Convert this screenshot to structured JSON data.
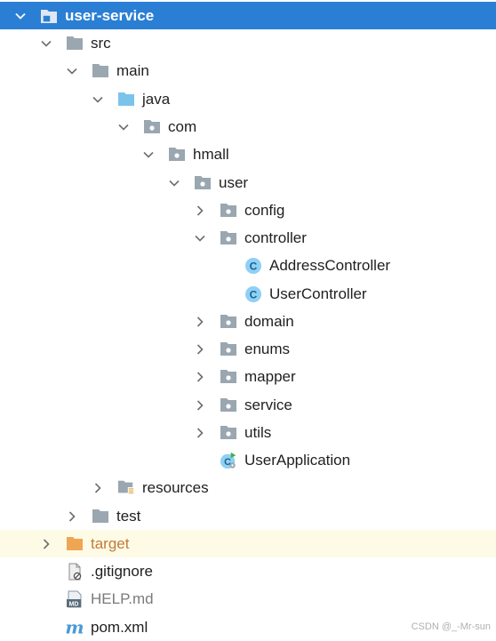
{
  "tree": {
    "root": "user-service",
    "src": "src",
    "main": "main",
    "java": "java",
    "com": "com",
    "hmall": "hmall",
    "user": "user",
    "config": "config",
    "controller": "controller",
    "address_controller": "AddressController",
    "user_controller": "UserController",
    "domain": "domain",
    "enums": "enums",
    "mapper": "mapper",
    "service": "service",
    "utils": "utils",
    "user_application": "UserApplication",
    "resources": "resources",
    "test": "test",
    "target": "target",
    "gitignore": ".gitignore",
    "help_md": "HELP.md",
    "pom_xml": "pom.xml"
  },
  "watermark": "CSDN @_-Mr-sun",
  "colors": {
    "selection": "#2a7fd4",
    "folder": "#9aa7b0",
    "source_folder": "#56a8f5",
    "excluded_folder": "#f0a552",
    "class_icon": "#4fa5e8"
  }
}
